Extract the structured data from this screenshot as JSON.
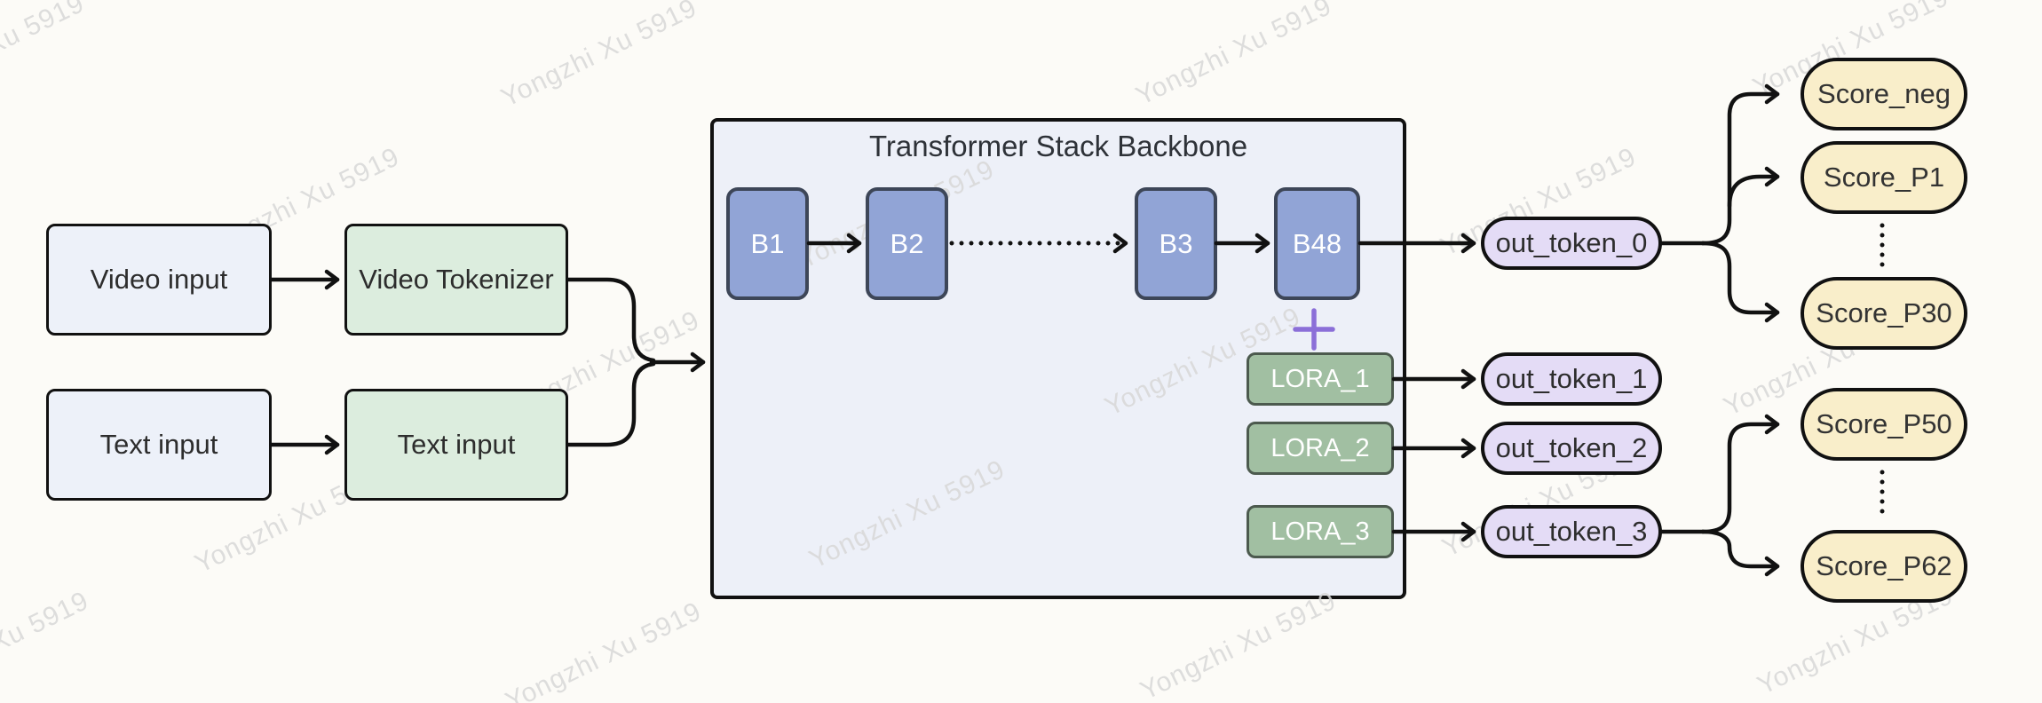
{
  "watermark": {
    "text": "Yongzhi Xu 5919"
  },
  "diagram": {
    "inputs": {
      "video": "Video input",
      "text": "Text input"
    },
    "tokenizers": {
      "video": "Video Tokenizer",
      "text": "Text input"
    },
    "backbone": {
      "title": "Transformer Stack Backbone",
      "blocks": [
        "B1",
        "B2",
        "B3",
        "B48"
      ],
      "plus": "+",
      "loras": [
        "LORA_1",
        "LORA_2",
        "LORA_3"
      ]
    },
    "out_tokens": [
      "out_token_0",
      "out_token_1",
      "out_token_2",
      "out_token_3"
    ],
    "score_groups": {
      "top": [
        "Score_neg",
        "Score_P1",
        "Score_P30"
      ],
      "bottom": [
        "Score_P50",
        "Score_P62"
      ]
    },
    "colors": {
      "background": "#fcfbf7",
      "panel_fill": "#edf0f8",
      "input_fill": "#edf1f9",
      "tokenizer_fill": "#dcedde",
      "block_fill": "#91a4d6",
      "block_border": "#3d4658",
      "lora_fill": "#a1bfa2",
      "lora_border": "#4c5a4e",
      "token_fill": "#e4dcf6",
      "score_fill": "#f9eeca",
      "plus": "#8b6fd8",
      "stroke": "#111111",
      "watermark": "#d8d8d8"
    }
  }
}
